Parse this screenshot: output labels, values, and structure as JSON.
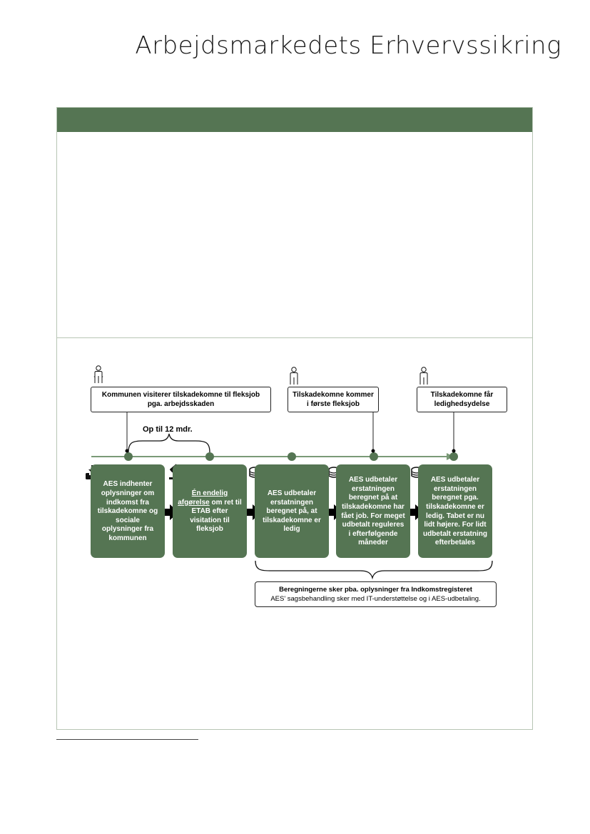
{
  "brand": {
    "title": "Arbejdsmarkedets Erhvervssikring"
  },
  "colors": {
    "accent": "#557553",
    "line": "#7a9a77",
    "border": "#b7c5b4"
  },
  "diagram": {
    "callouts": [
      {
        "label": "Kommunen visiterer tilskadekomne til fleksjob pga. arbejdsskaden",
        "icon": "person-icon"
      },
      {
        "label": "Tilskadekomne kommer i første fleksjob",
        "icon": "person-icon"
      },
      {
        "label": "Tilskadekomne får ledighedsydelse",
        "icon": "person-icon"
      }
    ],
    "period_label": "Op til 12 mdr.",
    "steps": [
      {
        "icon": "inbox-download-icon",
        "text": "AES indhenter oplysninger om indkomst fra tilskadekomne og sociale oplysninger fra kommunen"
      },
      {
        "icon": "gavel-icon",
        "text_underlined": "Én endelig afgørelse",
        "text_rest": " om ret til ETAB efter visitation til fleksjob"
      },
      {
        "icon": "coins-icon",
        "text": "AES udbetaler erstatningen beregnet på, at tilskadekomne er ledig"
      },
      {
        "icon": "coins-icon",
        "text": "AES udbetaler erstatningen beregnet på at tilskadekomne har fået job. For meget udbetalt reguleres i efterfølgende måneder"
      },
      {
        "icon": "coins-icon",
        "text": "AES udbetaler erstatningen beregnet pga. tilskadekomne er ledig. Tabet er nu lidt højere. For lidt udbetalt erstatning efterbetales"
      }
    ],
    "summary": {
      "title": "Beregningerne sker pba. oplysninger fra Indkomstregisteret",
      "subtitle": "AES' sagsbehandling sker med IT-understøttelse og i AES-udbetaling."
    }
  }
}
